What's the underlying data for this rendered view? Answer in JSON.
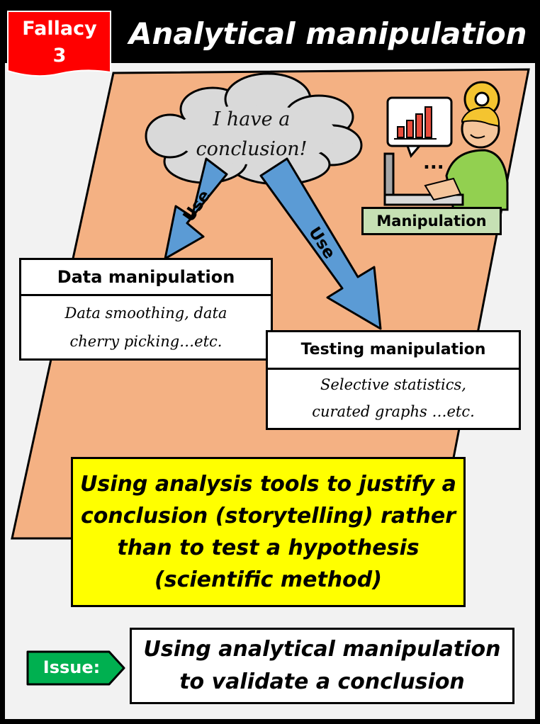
{
  "header": {
    "fallacy_line1": "Fallacy",
    "fallacy_line2": "3",
    "title": "Analytical manipulation"
  },
  "cloud": {
    "line1": "I have a",
    "line2": "conclusion!"
  },
  "arrows": {
    "left_label": "Use",
    "right_label": "Use"
  },
  "illustration": {
    "icon": "person-laptop-chart-icon",
    "ellipsis": "...",
    "badge": "Manipulation"
  },
  "data_box": {
    "heading": "Data manipulation",
    "line1": "Data smoothing, data",
    "line2": "cherry picking…etc."
  },
  "testing_box": {
    "heading": "Testing manipulation",
    "line1": "Selective statistics,",
    "line2": "curated graphs …etc."
  },
  "callout": {
    "line1": "Using analysis tools to justify a",
    "line2": "conclusion (storytelling) rather",
    "line3": "than to test a hypothesis",
    "line4": "(scientific method)"
  },
  "issue": {
    "tag": "Issue:",
    "line1": "Using analytical manipulation",
    "line2": "to validate a conclusion"
  },
  "colors": {
    "parallelogram": "#f4b183",
    "fallacy_tag": "#ff0000",
    "arrow": "#5b9bd5",
    "cloud": "#d9d9d9",
    "badge": "#c6e0b4",
    "callout": "#ffff00",
    "issue_tag": "#00b050"
  }
}
